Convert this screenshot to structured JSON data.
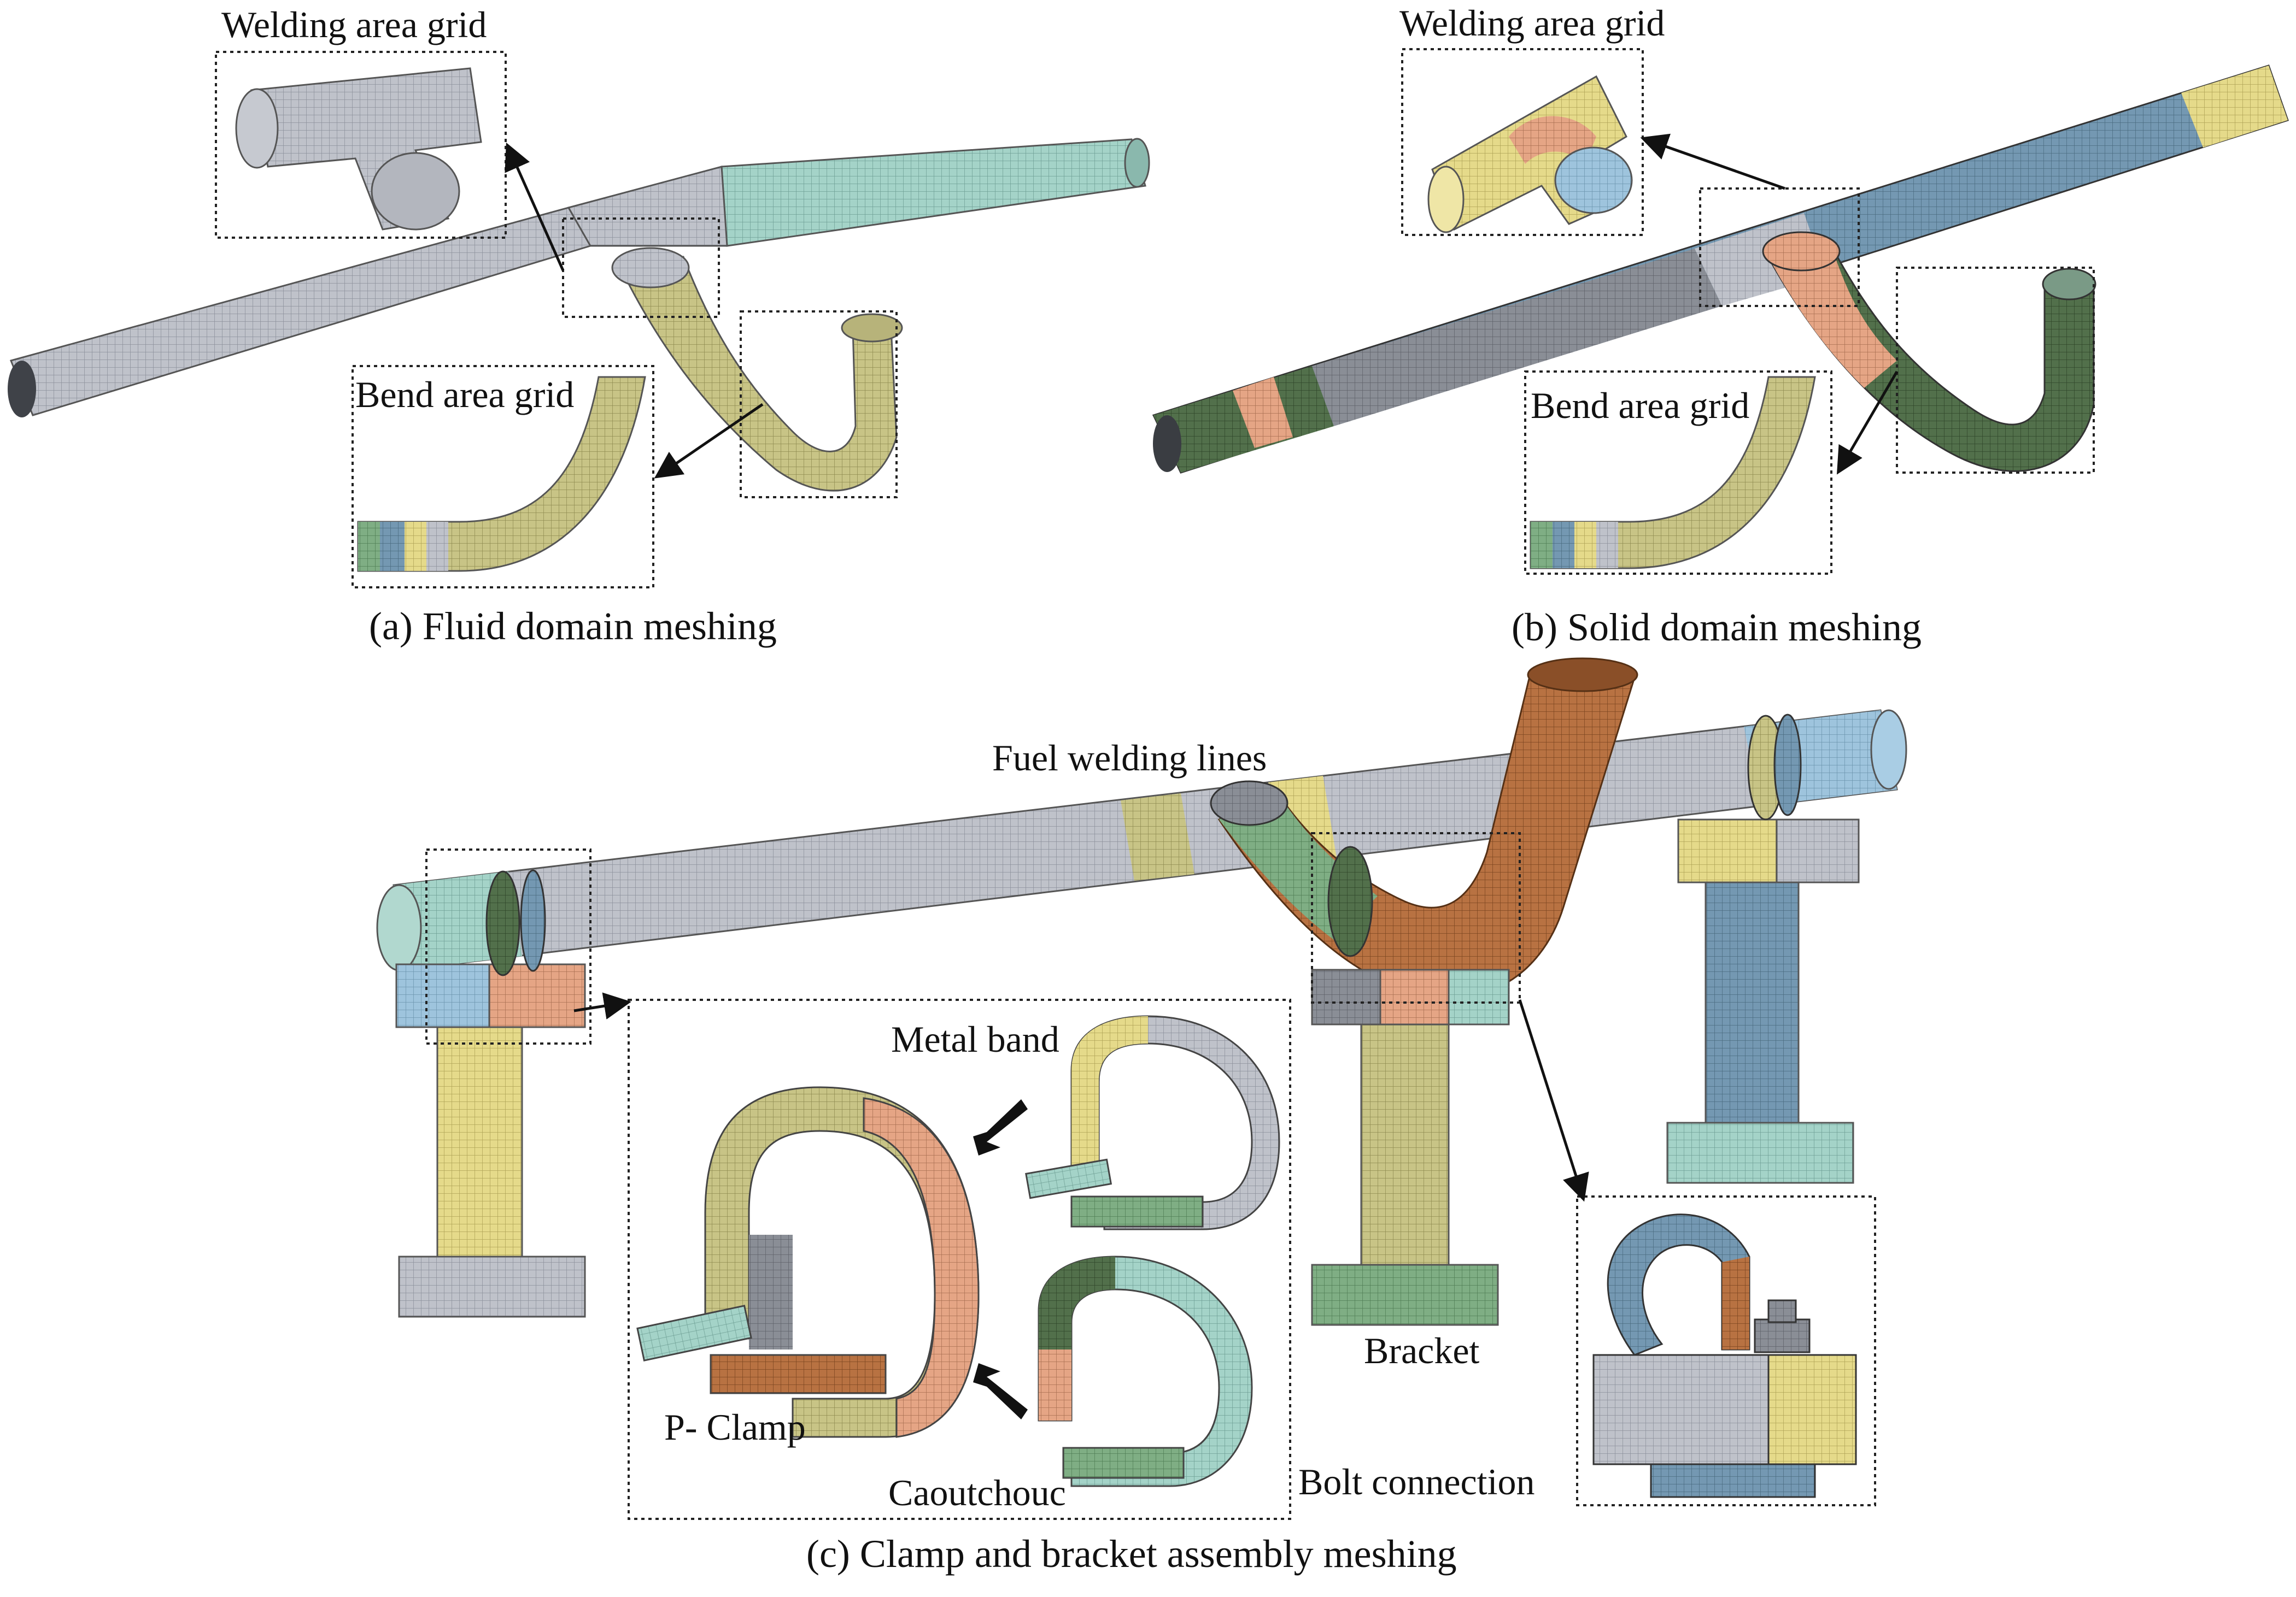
{
  "figure": {
    "panel_a": {
      "welding_label": "Welding area grid",
      "bend_label": "Bend area grid",
      "caption": "(a) Fluid domain meshing"
    },
    "panel_b": {
      "welding_label": "Welding area grid",
      "bend_label": "Bend area grid",
      "caption": "(b) Solid domain meshing"
    },
    "panel_c": {
      "fuel_welding_label": "Fuel welding lines",
      "metal_band_label": "Metal band",
      "p_clamp_label": "P- Clamp",
      "caoutchouc_label": "Caoutchouc",
      "bracket_label": "Bracket",
      "bolt_label": "Bolt connection",
      "caption": "(c) Clamp and bracket assembly meshing"
    }
  },
  "colors": {
    "grey_mesh": "#b9bcc4",
    "teal_mesh": "#9fcfc4",
    "olive_mesh": "#c9c58a",
    "copper_mesh": "#b5713e",
    "blue_mesh": "#6f93ad",
    "yellow_mesh": "#e6dc8c",
    "salmon_mesh": "#e7a98a",
    "dark_green_mesh": "#4e6a48"
  }
}
